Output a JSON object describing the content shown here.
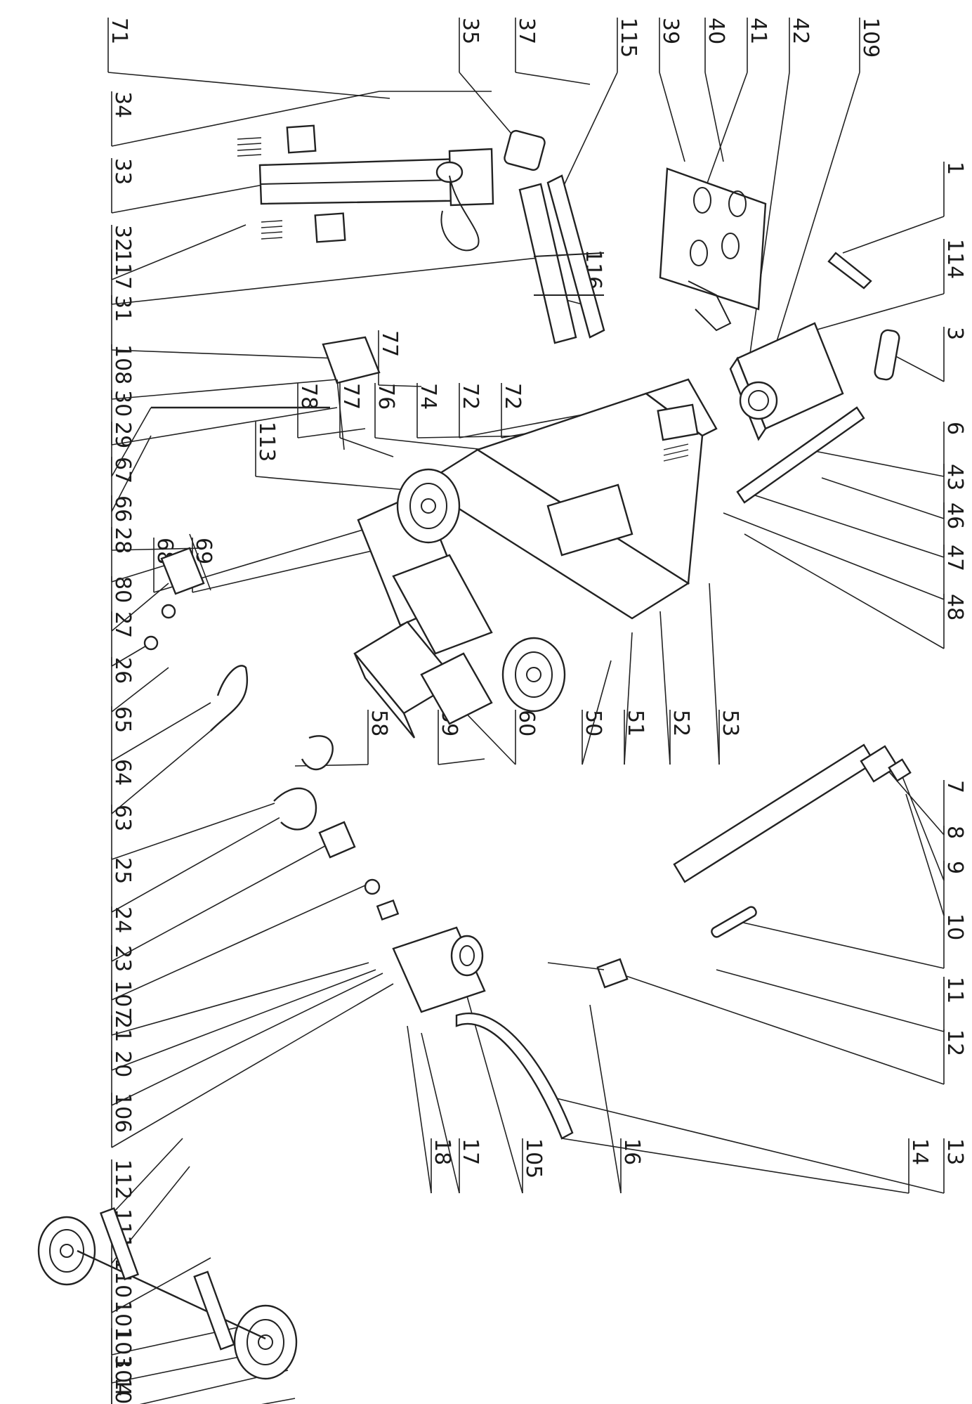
{
  "diagram": {
    "labels": [
      "71",
      "35",
      "37",
      "115",
      "39",
      "40",
      "41",
      "42",
      "109",
      "34",
      "33",
      "32",
      "1",
      "114",
      "117",
      "116",
      "3",
      "31",
      "108",
      "30",
      "29",
      "67",
      "66",
      "68",
      "69",
      "113",
      "78",
      "77",
      "76",
      "74",
      "72",
      "72",
      "6",
      "43",
      "46",
      "47",
      "48",
      "28",
      "80",
      "27",
      "26",
      "65",
      "58",
      "59",
      "60",
      "50",
      "51",
      "52",
      "53",
      "64",
      "63",
      "25",
      "24",
      "23",
      "7",
      "8",
      "9",
      "10",
      "11",
      "12",
      "107",
      "21",
      "20",
      "106",
      "18",
      "17",
      "105",
      "16",
      "14",
      "13",
      "112",
      "111",
      "110",
      "101",
      "103",
      "104",
      "101",
      "77"
    ]
  }
}
